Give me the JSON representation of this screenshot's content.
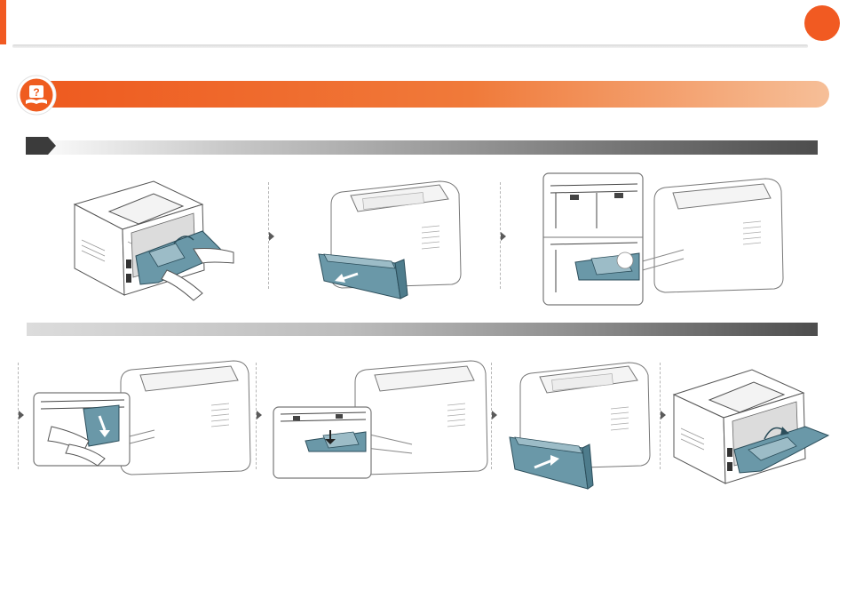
{
  "page": {
    "accent_color": "#f15a22",
    "banner_color": "#f15a22",
    "teal": "#6a98a8"
  },
  "icons": {
    "help_badge": "help-book-icon",
    "step_marker": "step-arrow-icon"
  },
  "steps_row_1": [
    {
      "illustration": "pull-paper-rear-illustration"
    },
    {
      "illustration": "pull-out-tray-illustration"
    },
    {
      "illustration": "inspect-inside-illustration"
    }
  ],
  "steps_row_2": [
    {
      "illustration": "remove-jammed-paper-illustration"
    },
    {
      "illustration": "push-plate-down-illustration"
    },
    {
      "illustration": "insert-tray-illustration"
    },
    {
      "illustration": "close-rear-cover-illustration"
    }
  ]
}
